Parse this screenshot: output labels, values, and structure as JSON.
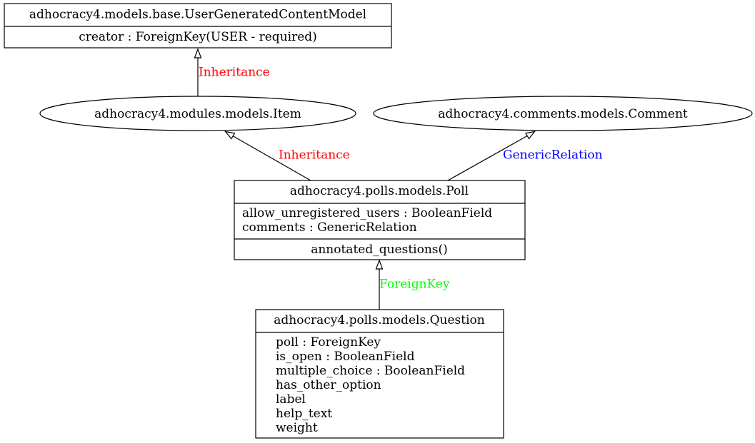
{
  "nodes": {
    "user_generated_content_model": {
      "title": "adhocracy4.models.base.UserGeneratedContentModel",
      "attributes": [
        "creator : ForeignKey(USER - required)"
      ]
    },
    "item": {
      "title": "adhocracy4.modules.models.Item"
    },
    "comment": {
      "title": "adhocracy4.comments.models.Comment"
    },
    "poll": {
      "title": "adhocracy4.polls.models.Poll",
      "attributes": [
        "allow_unregistered_users : BooleanField",
        "comments : GenericRelation"
      ],
      "methods": [
        "annotated_questions()"
      ]
    },
    "question": {
      "title": "adhocracy4.polls.models.Question",
      "attributes": [
        "poll : ForeignKey",
        "is_open : BooleanField",
        "multiple_choice : BooleanField",
        "has_other_option",
        "label",
        "help_text",
        "weight"
      ]
    }
  },
  "edges": {
    "item_to_ugc": {
      "label": "Inheritance",
      "color": "#ff0000"
    },
    "poll_to_item": {
      "label": "Inheritance",
      "color": "#ff0000"
    },
    "poll_to_comment": {
      "label": "GenericRelation",
      "color": "#0000ff"
    },
    "question_to_poll": {
      "label": "ForeignKey",
      "color": "#00ff00"
    }
  }
}
